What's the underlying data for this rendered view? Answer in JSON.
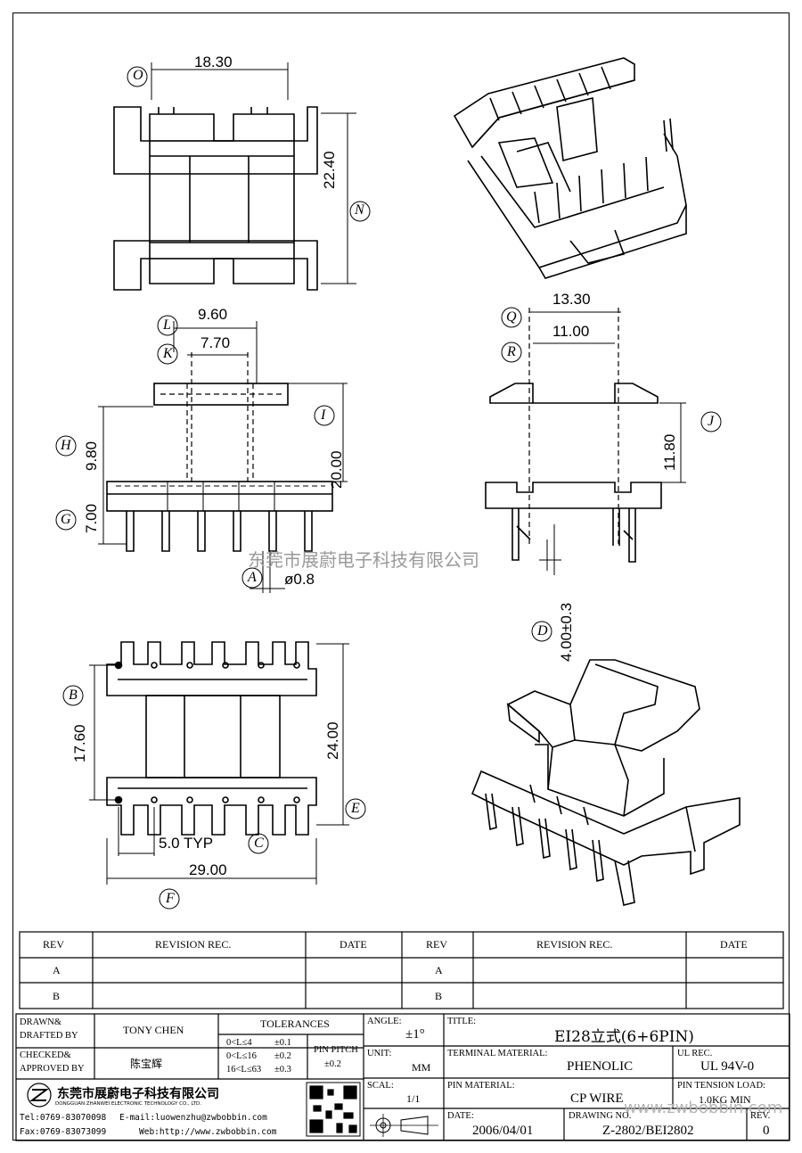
{
  "dimensions": {
    "top_width": "18.30",
    "top_height": "22.40",
    "front_width_outer": "9.60",
    "front_width_inner": "7.70",
    "front_height_upper": "9.80",
    "front_height_total": "20.00",
    "front_height_base": "7.00",
    "pin_diameter": "ø0.8",
    "side_width_outer": "13.30",
    "side_width_inner": "11.00",
    "side_height": "11.80",
    "pin_length": "4.00±0.3",
    "bottom_pin_row": "17.60",
    "bottom_height": "24.00",
    "pin_pitch": "5.0 TYP",
    "bottom_width": "29.00"
  },
  "labels": {
    "O": "O",
    "N": "N",
    "L": "L",
    "K": "K",
    "I": "I",
    "H": "H",
    "G": "G",
    "A": "A",
    "Q": "Q",
    "R": "R",
    "J": "J",
    "D": "D",
    "B": "B",
    "E": "E",
    "C": "C",
    "F": "F"
  },
  "watermark": "东莞市展蔚电子科技有限公司",
  "watermark2": "www.zwbobbin.com",
  "revision_table": {
    "headers": [
      "REV",
      "REVISION REC.",
      "DATE",
      "REV",
      "REVISION REC.",
      "DATE"
    ],
    "rows": [
      [
        "A",
        "",
        "",
        "A",
        "",
        ""
      ],
      [
        "B",
        "",
        "",
        "B",
        "",
        ""
      ]
    ]
  },
  "title_block": {
    "drawn_label": "DRAWN&",
    "drafted_label": "DRAFTED BY",
    "drawn_by": "TONY CHEN",
    "checked_label": "CHECKED&",
    "approved_label": "APPROVED BY",
    "approved_by": "陈宝辉",
    "tolerances_label": "TOLERANCES",
    "tol_rows": [
      {
        "range": "0<L≤4",
        "tol": "±0.1"
      },
      {
        "range": "0<L≤16",
        "tol": "±0.2"
      },
      {
        "range": "16<L≤63",
        "tol": "±0.3"
      }
    ],
    "pin_pitch_label": "PIN PITCH",
    "pin_pitch_tol": "±0.2",
    "angle_label": "ANGLE:",
    "angle_value": "±1°",
    "unit_label": "UNIT:",
    "unit_value": "MM",
    "scale_label": "SCAL:",
    "scale_value": "1/1",
    "title_label": "TITLE:",
    "title_value": "EI28立式(6+6PIN)",
    "terminal_label": "TERMINAL MATERIAL:",
    "terminal_value": "PHENOLIC",
    "ul_label": "UL REC.",
    "ul_value": "UL 94V-0",
    "pin_material_label": "PIN MATERIAL:",
    "pin_material_value": "CP WIRE",
    "tension_label": "PIN TENSION LOAD:",
    "tension_value": "1.0KG MIN",
    "date_label": "DATE:",
    "date_value": "2006/04/01",
    "drawing_label": "DRAWING NO.",
    "drawing_value": "Z-2802/BEI2802",
    "rev_label": "REV.",
    "rev_value": "0",
    "company_cn": "东莞市展蔚电子科技有限公司",
    "company_en": "DONGGUAN ZHANWEI ELECTRONIC TECHNOLOGY CO., LTD.",
    "tel": "Tel:0769-83070098",
    "email": "E-mail:luowenzhu@zwbobbin.com",
    "fax": "Fax:0769-83073099",
    "web": "Web:http://www.zwbobbin.com"
  }
}
